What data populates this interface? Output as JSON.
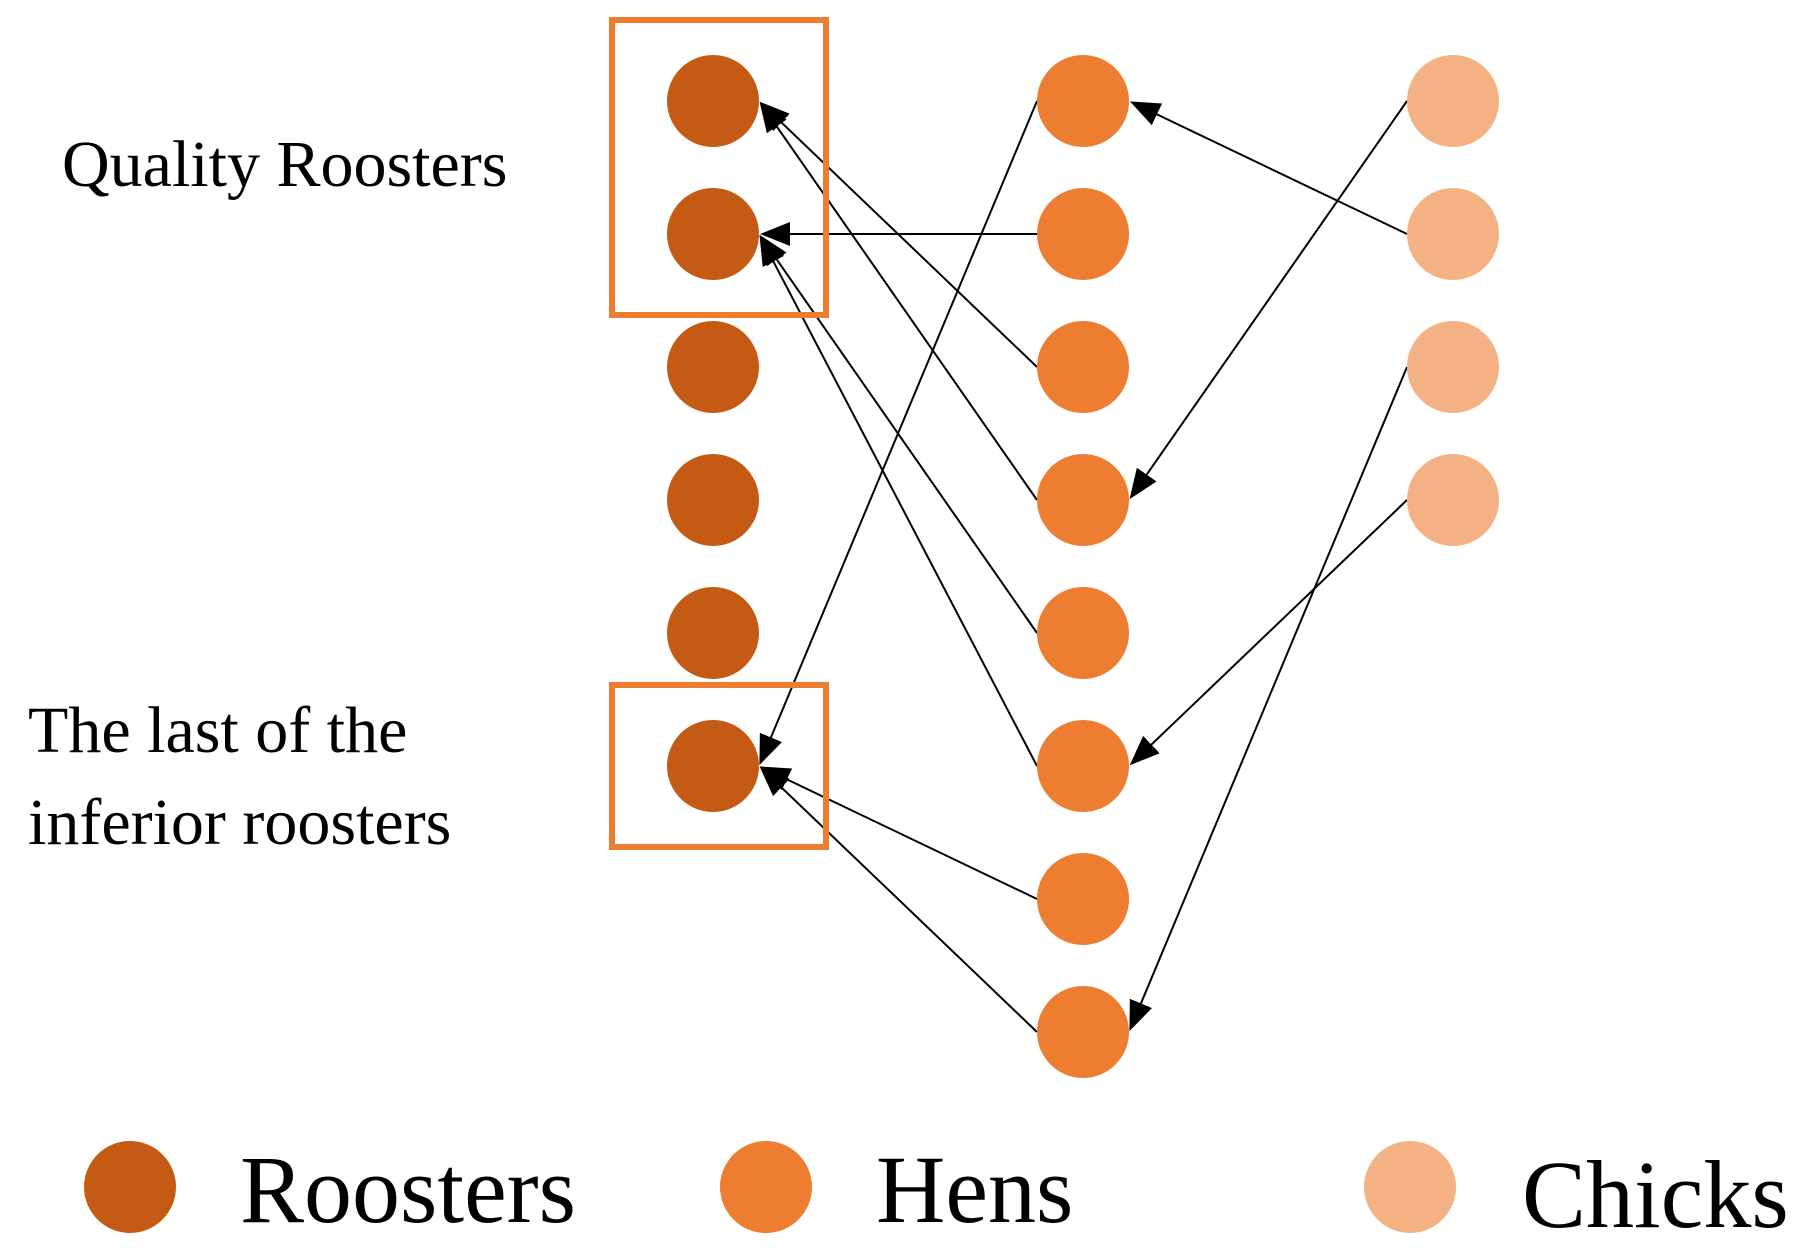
{
  "annotations": {
    "quality": "Quality  Roosters",
    "inferior_line1": "The last of the",
    "inferior_line2": "inferior  roosters"
  },
  "legend": {
    "roosters": "Roosters",
    "hens": "Hens",
    "chicks": "Chicks"
  },
  "colors": {
    "rooster": "#C45A13",
    "hen": "#ED7D31",
    "chick": "#F4B183",
    "highlight_box": "#ED7D31",
    "arrow": "#000000"
  },
  "counts": {
    "roosters": 6,
    "hens": 8,
    "chicks": 4
  },
  "groups": [
    {
      "name": "quality-roosters",
      "members": [
        1,
        2
      ]
    },
    {
      "name": "inferior-rooster",
      "members": [
        6
      ]
    }
  ],
  "edges": [
    {
      "from": "hen-3",
      "to": "rooster-1"
    },
    {
      "from": "hen-4",
      "to": "rooster-1"
    },
    {
      "from": "hen-2",
      "to": "rooster-2"
    },
    {
      "from": "hen-5",
      "to": "rooster-2"
    },
    {
      "from": "hen-6",
      "to": "rooster-2"
    },
    {
      "from": "hen-1",
      "to": "rooster-6"
    },
    {
      "from": "hen-7",
      "to": "rooster-6"
    },
    {
      "from": "hen-8",
      "to": "rooster-6"
    },
    {
      "from": "chick-2",
      "to": "hen-1"
    },
    {
      "from": "chick-1",
      "to": "hen-4"
    },
    {
      "from": "chick-4",
      "to": "hen-6"
    },
    {
      "from": "chick-3",
      "to": "hen-8"
    }
  ]
}
